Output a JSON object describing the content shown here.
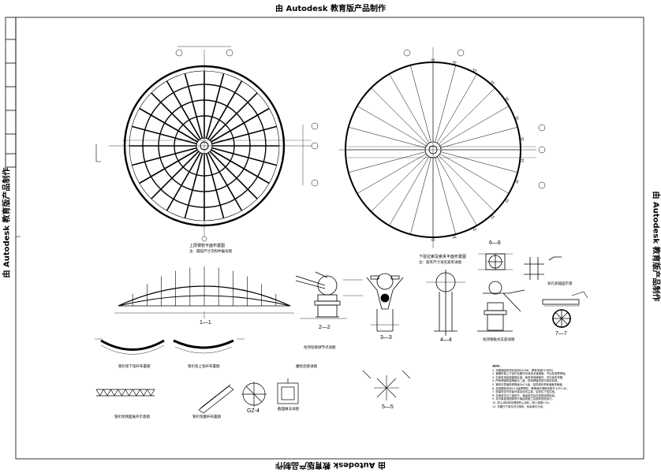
{
  "watermark": "由 Autodesk 教育版产品制作",
  "plans": {
    "left_title": "上层钢管平面布置图",
    "left_sub": "注：圆弧尺寸见构件编号图",
    "right_title": "下弦拉索及索夹平面布置图",
    "right_sub": "注：索夹尺寸详见索夹详图"
  },
  "sections": {
    "s11": "1—1",
    "s22": "2—2",
    "s33": "3—3",
    "s44": "4—4",
    "s55": "5—5",
    "s66": "6—6",
    "s77": "7—7",
    "gz4": "GZ-4"
  },
  "captions": {
    "c1": "管桁架下弦杆布置图",
    "c2": "管桁架上弦杆布置图",
    "c3": "管桁架侧面展开示意图",
    "c4": "管桁架腹杆布置图",
    "c5": "柱顶铰接球节点详图",
    "c6": "柱顶钢板式支座详图",
    "c7": "螺栓连接详图",
    "c8": "穿孔索锚固示意",
    "c9": "截面做法详图"
  },
  "notes_title": "说明：",
  "notes": [
    "1. 本图钢结构材料采用Q235B，焊条采用E43系列。",
    "2. 钢管桁架上下弦杆及腹杆均采用无缝钢管，节点处相贯焊接。",
    "3. 拉索采用高强度钢丝束，索夹采用铸钢件，详见索夹详图。",
    "4. 所有焊缝质量等级为二级，现场焊缝须进行探伤检测。",
    "5. 钢构件表面除锈等级Sa2.5级，涂防锈底漆两道面漆两道。",
    "6. 高强螺栓采用10.9级摩擦型，摩擦面抗滑移系数不小于0.45。",
    "7. 安装时应先安装环梁及径向主梁，后张拉下弦拉索。",
    "8. 拉索张拉分三级进行，每级张拉后应复核结构标高。",
    "9. 未尽事宜按国家现行钢结构施工及验收规范执行。",
    "10. 防火涂料采用薄型防火涂料，耐火极限1.5h。",
    "11. 本图尺寸单位均为毫米，标高单位为米。"
  ]
}
